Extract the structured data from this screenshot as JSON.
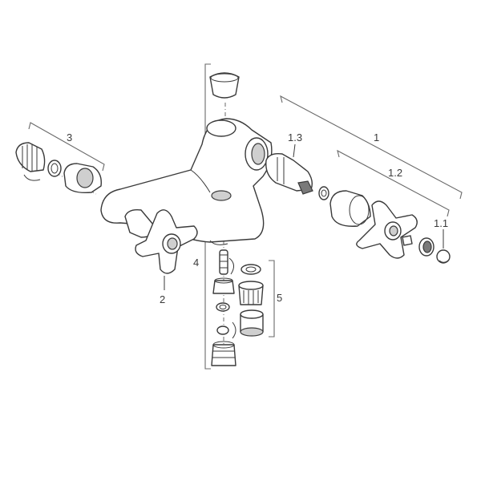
{
  "callouts": {
    "c1": "1",
    "c1_1": "1.1",
    "c1_2": "1.2",
    "c1_3": "1.3",
    "c2": "2",
    "c3": "3",
    "c4": "4",
    "c5": "5"
  },
  "colors": {
    "line": "#3a3a3a",
    "fill": "#ffffff",
    "shade": "#cfcfcf"
  }
}
